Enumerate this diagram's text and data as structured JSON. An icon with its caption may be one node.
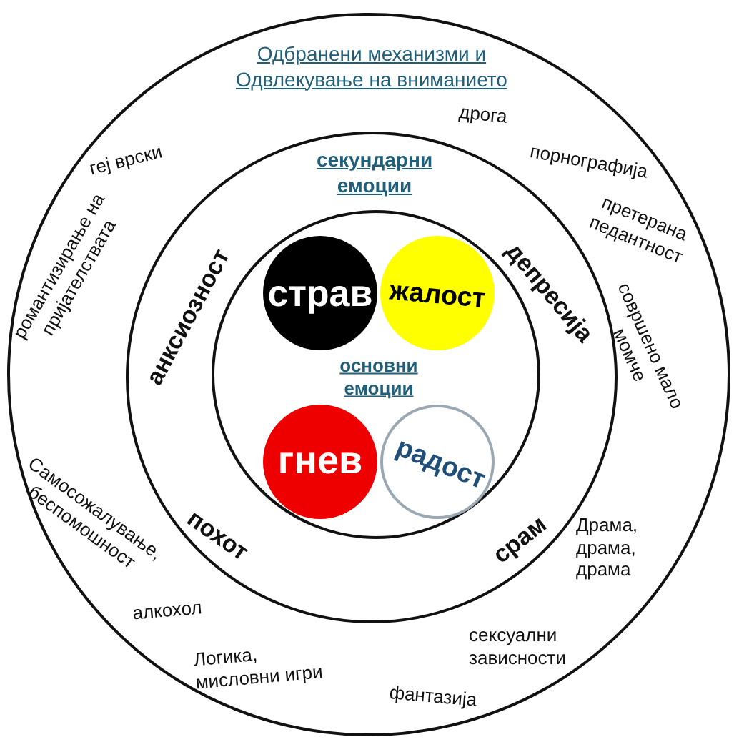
{
  "diagram": {
    "nodes": [
      {
        "text": [
          "Одбранени механизми и Одвлекување на вниманието"
        ]
      },
      {
        "text": [
          "секундарни емоции"
        ],
        "in": 0
      },
      {
        "text": [
          "основни емоции"
        ],
        "in": 1
      },
      {
        "text": [
          "страв"
        ],
        "in": 2
      },
      {
        "text": [
          "жалост"
        ],
        "in": 2
      },
      {
        "text": [
          "гнев"
        ],
        "in": 2
      },
      {
        "text": [
          "радост"
        ],
        "in": 2
      }
    ],
    "edges": [],
    "labels": [
      "геј врски",
      "дрога",
      "порнографија",
      "претерана педантност",
      "романтизирање на пријателствата",
      "анксиозност",
      "депресија",
      "совршено мало момче",
      "Самосожалување, беспомошност",
      "похот",
      "срам",
      "Драма, драма, драма",
      "алкохол",
      "сексуални зависности",
      "Логика, мисловни игри",
      "фантазија"
    ]
  }
}
